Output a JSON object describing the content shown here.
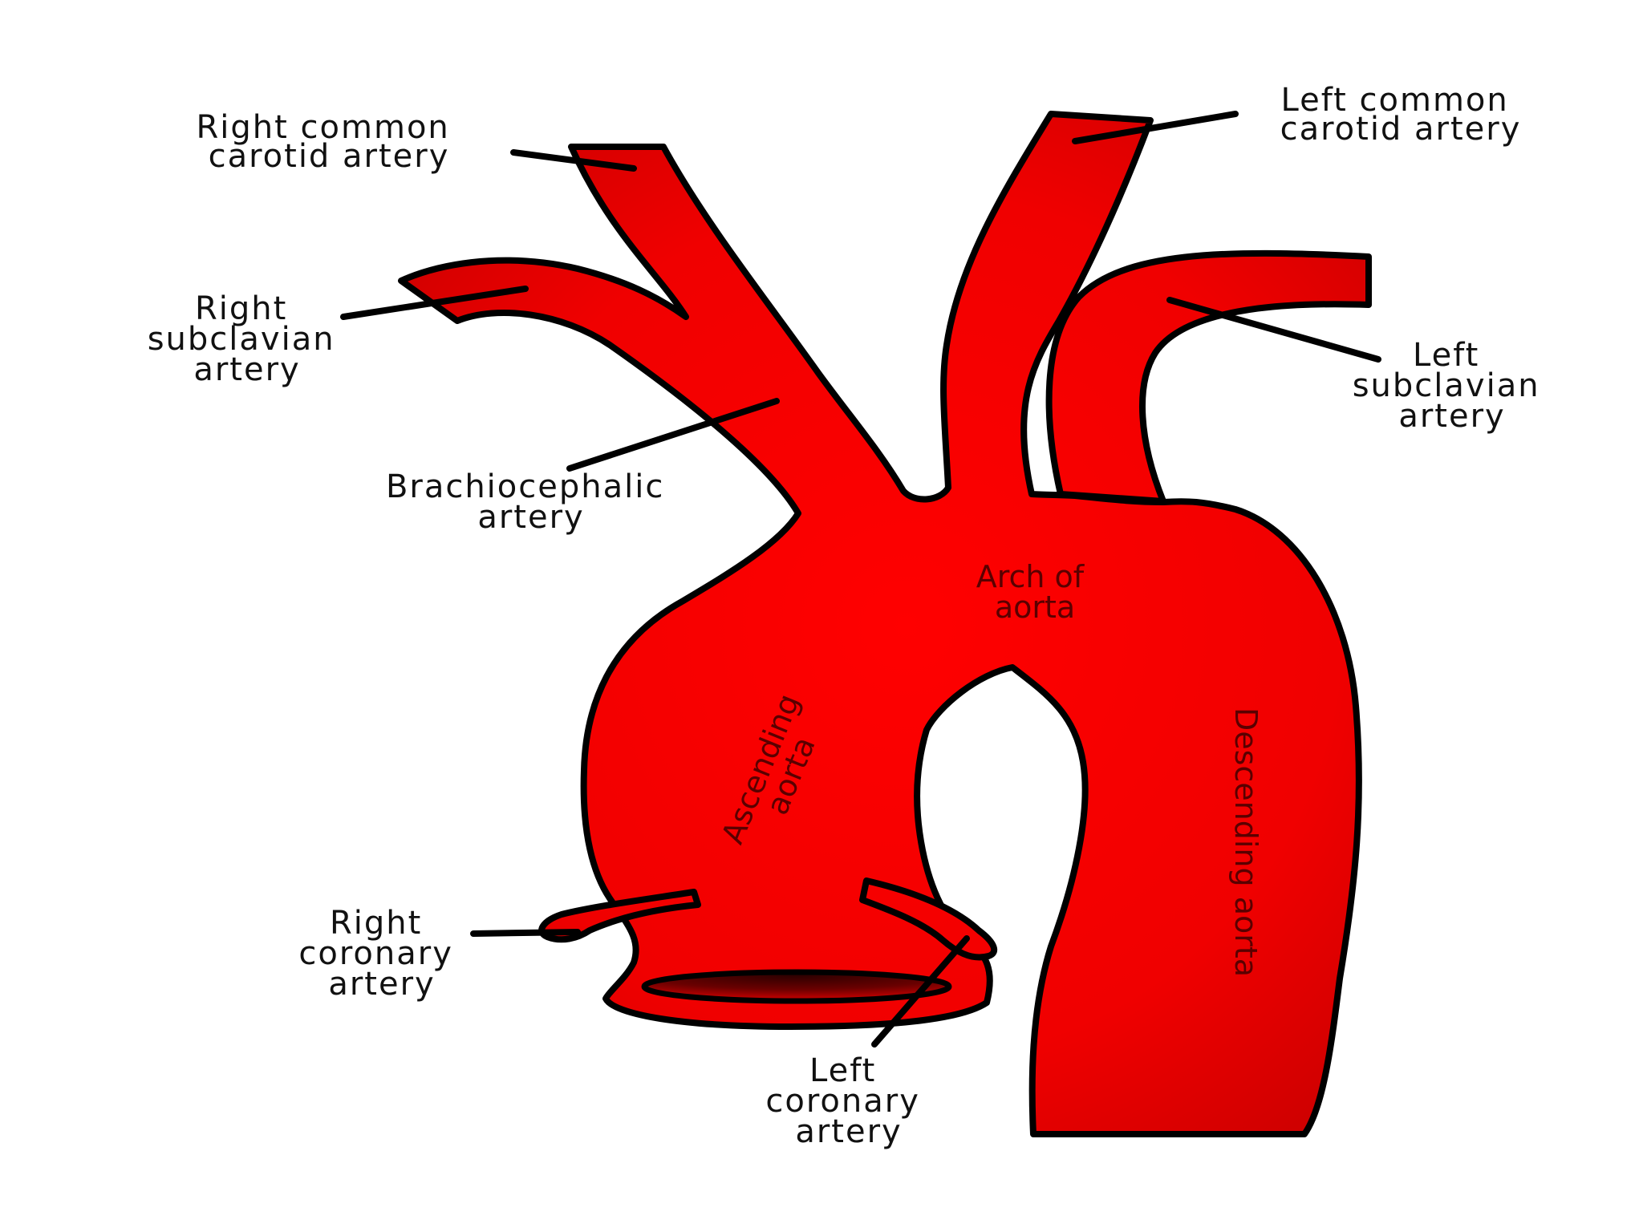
{
  "labels": {
    "right_common_carotid": [
      "Right common",
      "carotid artery"
    ],
    "left_common_carotid": [
      "Left common",
      "carotid artery"
    ],
    "right_subclavian": [
      "Right",
      "subclavian",
      "artery"
    ],
    "left_subclavian": [
      "Left",
      "subclavian",
      "artery"
    ],
    "brachiocephalic": [
      "Brachiocephalic",
      "artery"
    ],
    "arch_of_aorta": [
      "Arch of",
      "aorta"
    ],
    "ascending_aorta": [
      "Ascending",
      "aorta"
    ],
    "descending_aorta": "Descending aorta",
    "right_coronary": [
      "Right",
      "coronary",
      "artery"
    ],
    "left_coronary": [
      "Left",
      "coronary",
      "artery"
    ]
  },
  "colors": {
    "vessel_center": "#ff0000",
    "vessel_edge": "#c40000",
    "outline": "#000000",
    "lumen_dark": "#2a0000"
  }
}
